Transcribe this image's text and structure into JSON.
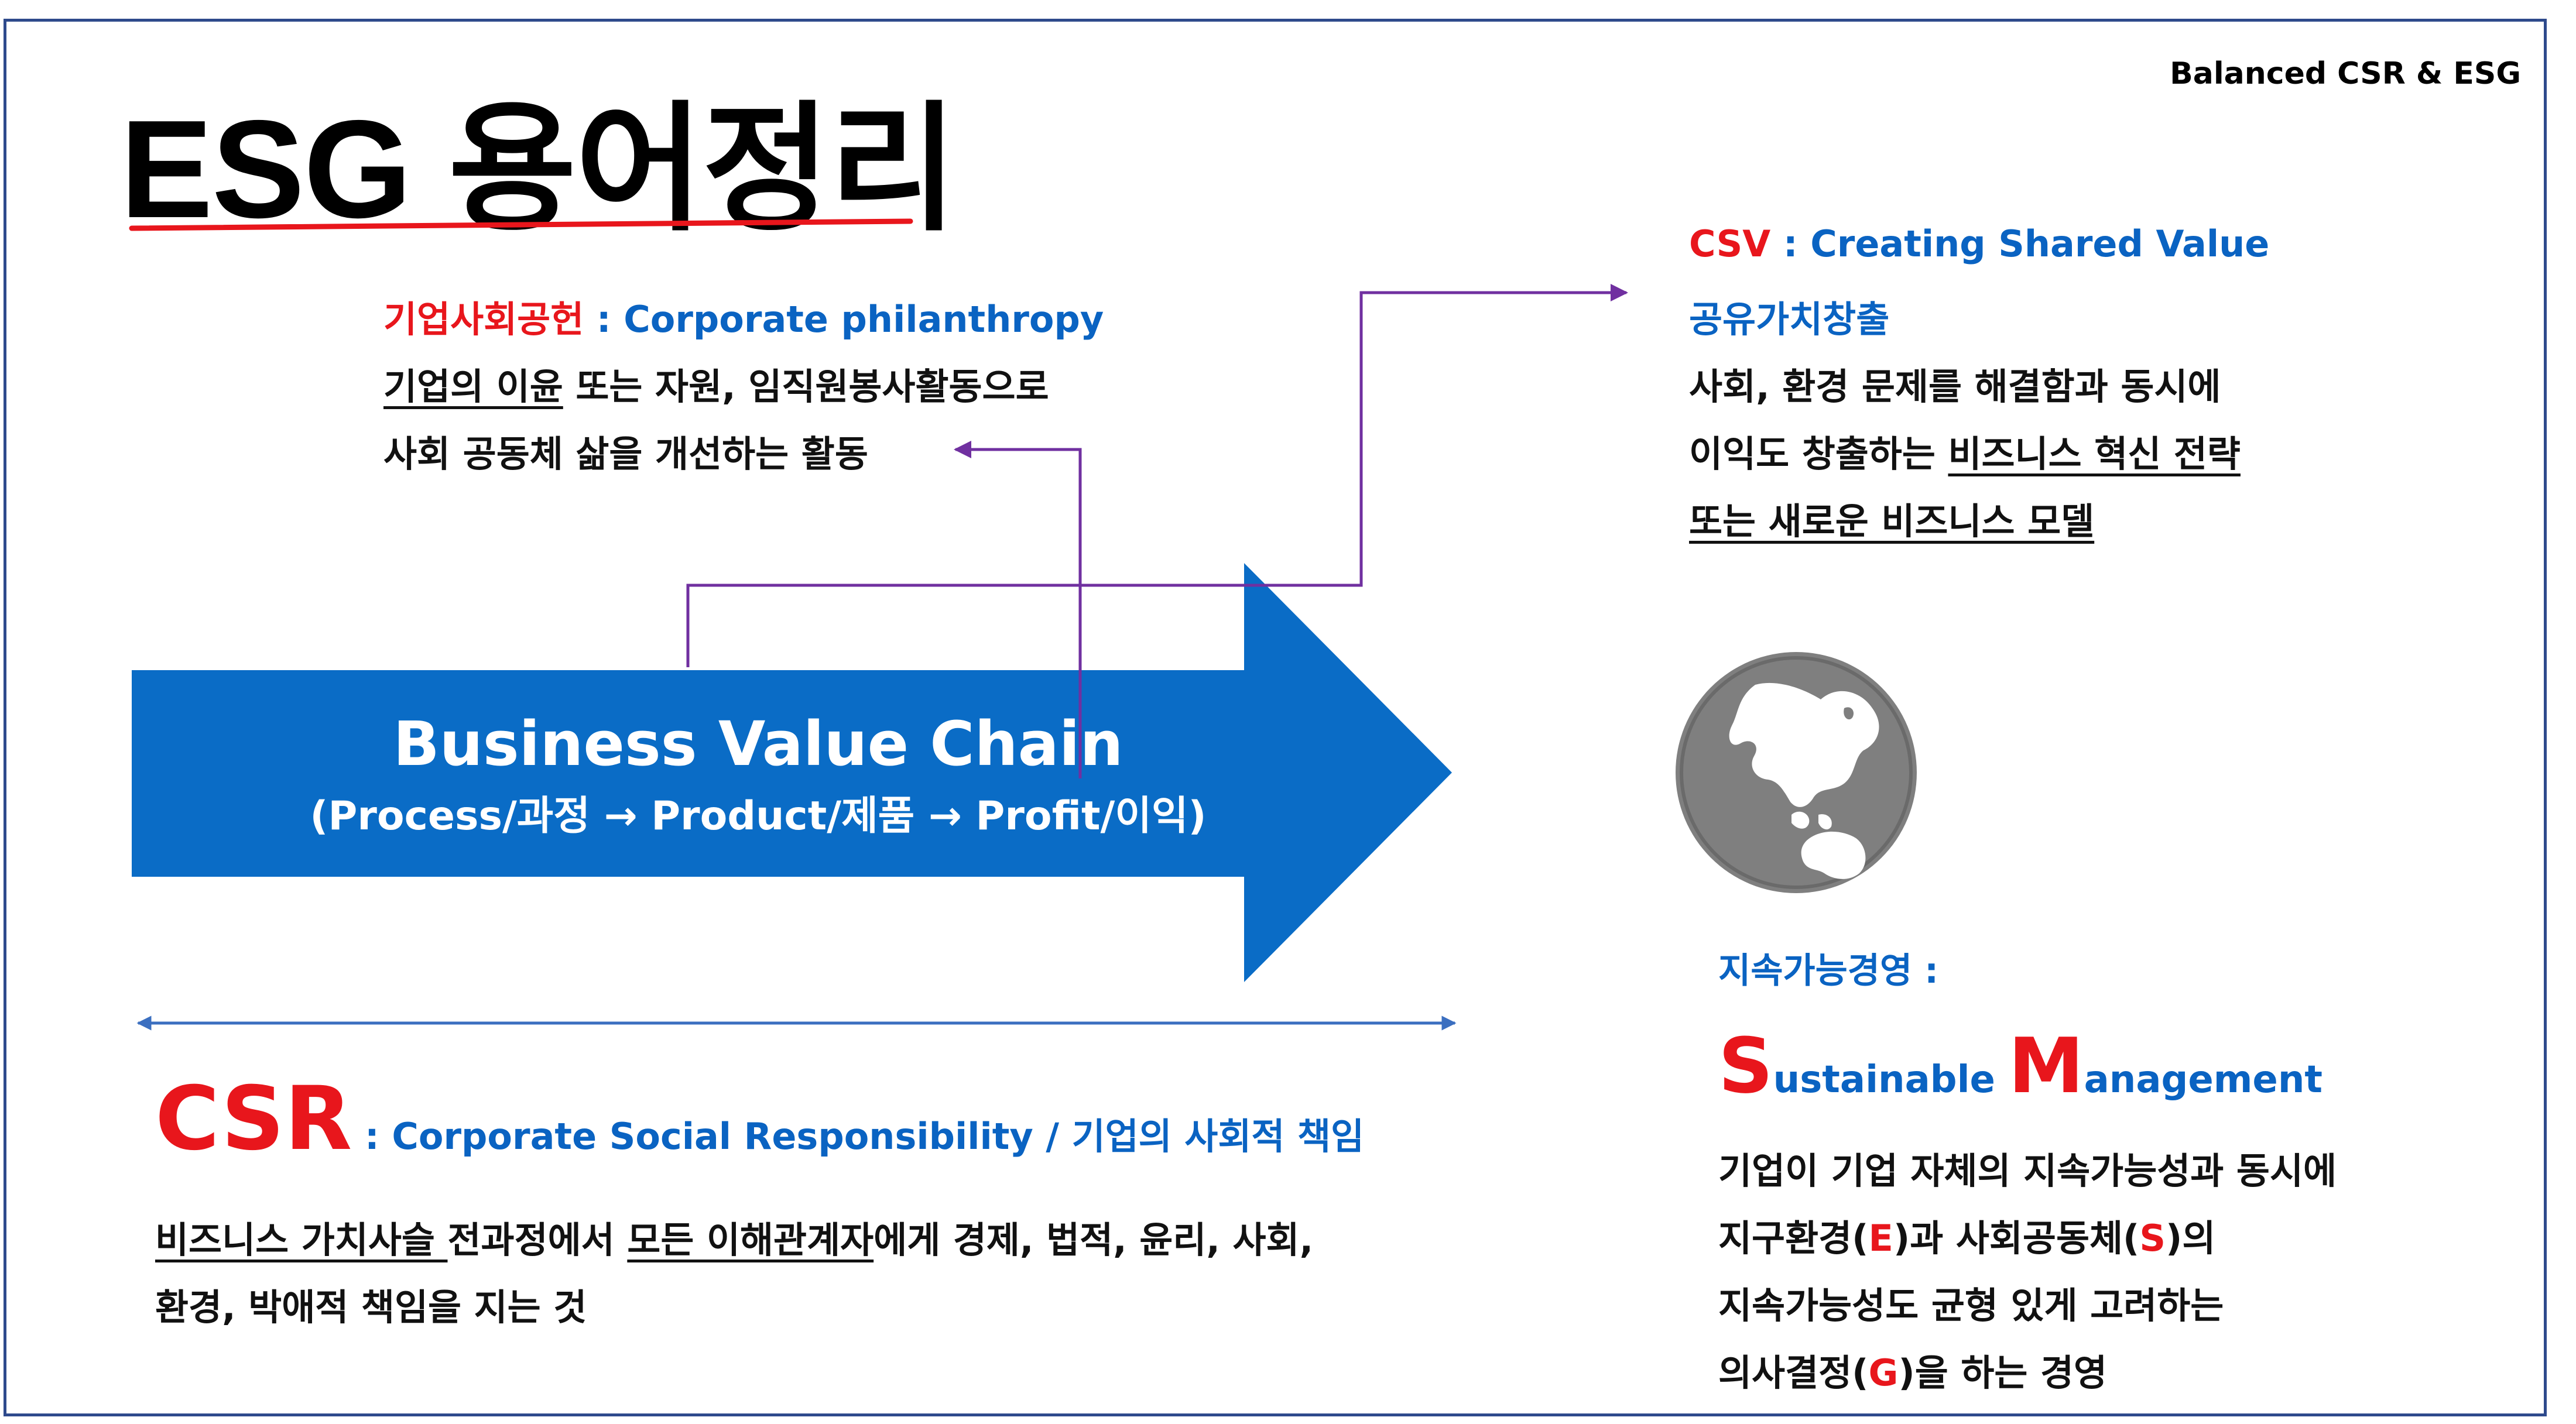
{
  "title": "ESG 용어정리",
  "brand": "Balanced CSR & ESG",
  "philanthropy": {
    "term": "기업사회공헌",
    "separator": " : ",
    "english": "Corporate philanthropy",
    "line1_underlined": "기업의 이윤",
    "line1_rest": " 또는 자원, 임직원봉사활동으로",
    "line2": "사회 공동체 삶을 개선하는 활동"
  },
  "csv": {
    "term": "CSV",
    "separator": " : ",
    "english": "Creating Shared Value",
    "korean": "공유가치창출",
    "line1": "사회, 환경 문제를 해결함과 동시에",
    "line2_plain": "이익도 창출하는  ",
    "line2_underlined": "비즈니스 혁신 전략",
    "line3_underlined": "또는 새로운 비즈니스 모델"
  },
  "value_chain": {
    "title": "Business Value Chain",
    "subtitle": "(Process/과정 → Product/제품 → Profit/이익)"
  },
  "csr": {
    "term": "CSR",
    "description": " : Corporate Social Responsibility / 기업의 사회적 책임",
    "line1_underlined_a": "비즈니스 가치사슬 ",
    "line1_mid": "전과정에서 ",
    "line1_underlined_b": "모든 이해관계자",
    "line1_rest": "에게 경제, 법적, 윤리, 사회,",
    "line2": "환경, 박애적 책임을 지는 것"
  },
  "sustainable": {
    "heading": "지속가능경영 :",
    "s_letter": "S",
    "s_rest": "ustainable ",
    "m_letter": "M",
    "m_rest": "anagement",
    "line1": "기업이 기업 자체의 지속가능성과 동시에",
    "line2_a": "지구환경(",
    "line2_e": "E",
    "line2_b": ")과 사회공동체(",
    "line2_s": "S",
    "line2_c": ")의",
    "line3": "지속가능성도 균형 있게 고려하는",
    "line4_a": "의사결정(",
    "line4_g": "G",
    "line4_b": ")을 하는 경영"
  },
  "colors": {
    "accent_red": "#e8161c",
    "accent_blue": "#0a63c2",
    "arrow_fill": "#0a6cc6",
    "connector_purple": "#7030a0",
    "globe_gray": "#7f7f7f",
    "frame_navy": "#2e4a8c"
  },
  "icons": {
    "globe": "globe-icon"
  }
}
